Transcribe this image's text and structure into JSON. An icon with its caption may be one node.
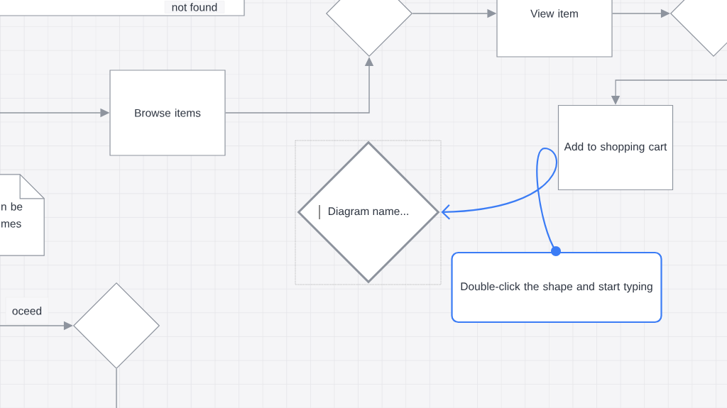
{
  "diagram": {
    "nodes": [
      {
        "text": [],
        "shape": "box"
      },
      {
        "text": [],
        "shape": "diamond"
      },
      {
        "text": [
          "View item"
        ]
      },
      {
        "text": [],
        "shape": "diamond"
      },
      {
        "text": [
          "Browse items"
        ]
      },
      {
        "text": [
          "Add to shopping cart"
        ]
      },
      {
        "text": [
          "n be mes"
        ]
      },
      {
        "text": [
          "Diagram name..."
        ]
      },
      {
        "text": [
          "Double-click the shape and start typing"
        ]
      },
      {
        "text": [],
        "shape": "diamond"
      }
    ],
    "edges": [
      {
        "from": 1,
        "to": 2,
        "arrow": "to"
      },
      {
        "from": 2,
        "to": 3,
        "arrow": "to"
      },
      {
        "from": null,
        "to": 4,
        "arrow": "to"
      },
      {
        "from": 4,
        "to": 1,
        "arrow": "to"
      },
      {
        "from": null,
        "to": 5,
        "arrow": "to"
      },
      {
        "from": null,
        "to": 9,
        "arrow": "to",
        "label": "oceed"
      },
      {
        "from": 9,
        "to": null,
        "arrow": "none"
      },
      {
        "from": 8,
        "to": 7,
        "arrow": "to",
        "color": "#3b7cf5"
      }
    ],
    "labels": [
      "not found"
    ]
  }
}
